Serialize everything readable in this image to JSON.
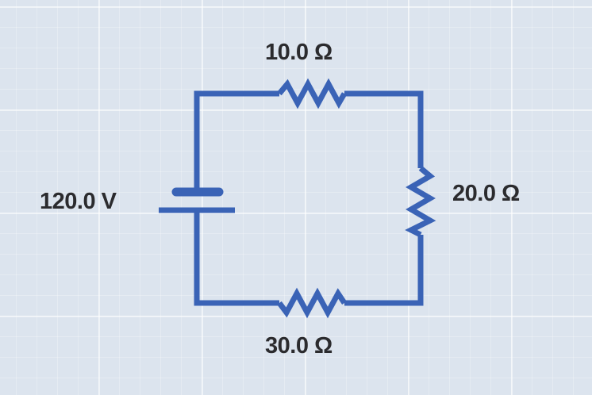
{
  "colors": {
    "wire": "#3a63b6",
    "wire_dark": "#284c98",
    "text": "#2b2b2e"
  },
  "labels": {
    "top_resistor": "10.0 Ω",
    "right_resistor": "20.0 Ω",
    "bottom_resistor": "30.0 Ω",
    "battery": "120.0 V"
  }
}
